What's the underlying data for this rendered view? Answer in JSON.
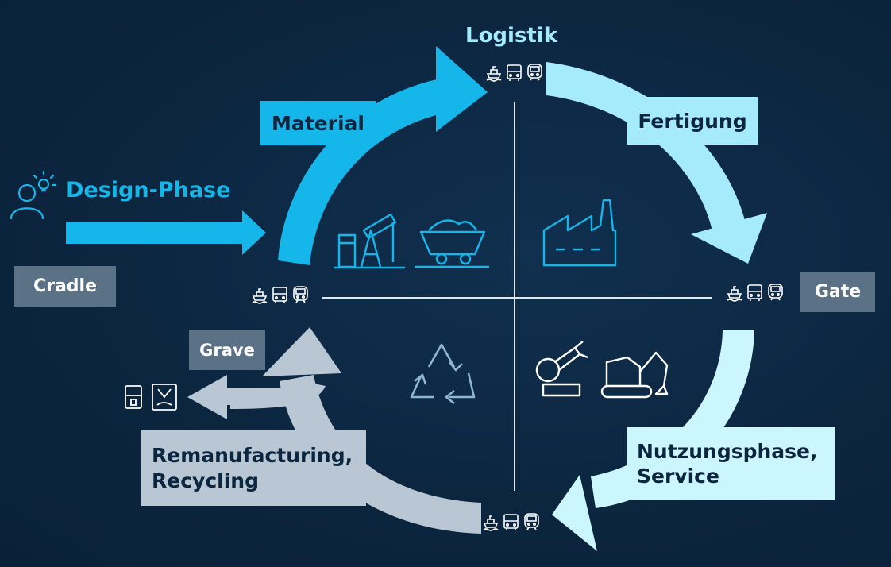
{
  "labels": {
    "logistik": "Logistik",
    "material": "Material",
    "fertigung": "Fertigung",
    "design_phase": "Design-Phase",
    "cradle": "Cradle",
    "gate": "Gate",
    "grave": "Grave",
    "nutzungsphase_line1": "Nutzungsphase,",
    "nutzungsphase_line2": "Service",
    "reman_line1": "Remanufacturing,",
    "reman_line2": "Recycling"
  },
  "colors": {
    "background": "#0c2640",
    "material_arrow": "#15b6ea",
    "fertigung_arrow": "#a6ebfb",
    "nutzung_arrow": "#ccf6fe",
    "recycling_arrow": "#b8c7d3",
    "stage_label": "#5b7286",
    "icon_stroke": "#ffffff"
  },
  "icons": [
    "person-idea-icon",
    "oil-pump-icon",
    "mine-cart-icon",
    "factory-icon",
    "recycle-icon",
    "robot-arm-icon",
    "excavator-icon",
    "transport-icons",
    "disposal-icons"
  ]
}
